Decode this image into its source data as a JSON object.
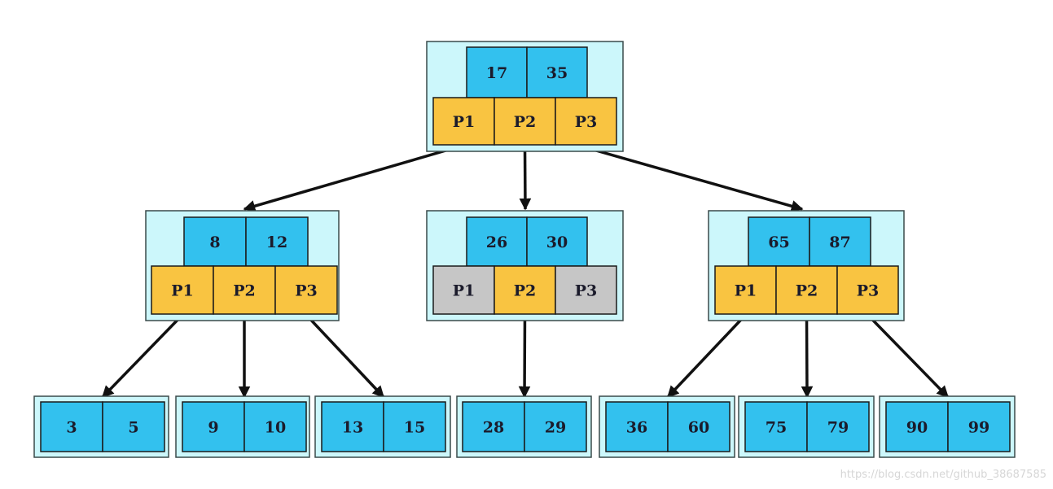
{
  "colors": {
    "frame": "#ccf7fb",
    "key": "#33c1ee",
    "pointer": "#f9c441",
    "null_pointer": "#c6c6c6",
    "edge": "#111111"
  },
  "tree": {
    "root": {
      "keys": [
        "17",
        "35"
      ],
      "pointers": [
        "P1",
        "P2",
        "P3"
      ],
      "null_pointers": []
    },
    "internal": [
      {
        "keys": [
          "8",
          "12"
        ],
        "pointers": [
          "P1",
          "P2",
          "P3"
        ],
        "null_pointers": []
      },
      {
        "keys": [
          "26",
          "30"
        ],
        "pointers": [
          "P1",
          "P2",
          "P3"
        ],
        "null_pointers": [
          0,
          2
        ]
      },
      {
        "keys": [
          "65",
          "87"
        ],
        "pointers": [
          "P1",
          "P2",
          "P3"
        ],
        "null_pointers": []
      }
    ],
    "leaves": [
      {
        "keys": [
          "3",
          "5"
        ]
      },
      {
        "keys": [
          "9",
          "10"
        ]
      },
      {
        "keys": [
          "13",
          "15"
        ]
      },
      {
        "keys": [
          "28",
          "29"
        ]
      },
      {
        "keys": [
          "36",
          "60"
        ]
      },
      {
        "keys": [
          "75",
          "79"
        ]
      },
      {
        "keys": [
          "90",
          "99"
        ]
      }
    ]
  },
  "watermark": "https://blog.csdn.net/github_38687585"
}
